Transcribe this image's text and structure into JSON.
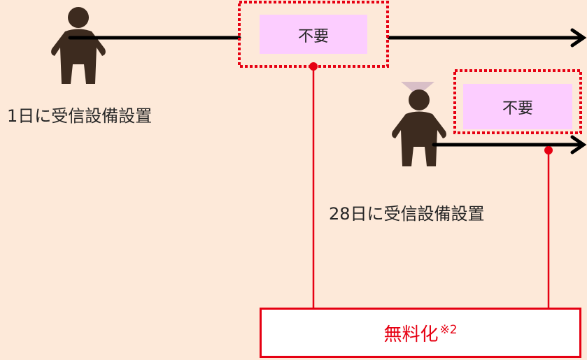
{
  "person1": {
    "label": "1日に受信設備設置"
  },
  "person2": {
    "label": "28日に受信設備設置"
  },
  "box1": {
    "label": "不要"
  },
  "box2": {
    "label": "不要"
  },
  "free": {
    "label": "無料化",
    "note": "※2"
  },
  "colors": {
    "background": "#fde9d9",
    "person": "#3d2b1f",
    "arrow": "#000000",
    "box_fill": "#fccdff",
    "highlight": "#e60012",
    "triangle": "#d9bfc7"
  }
}
